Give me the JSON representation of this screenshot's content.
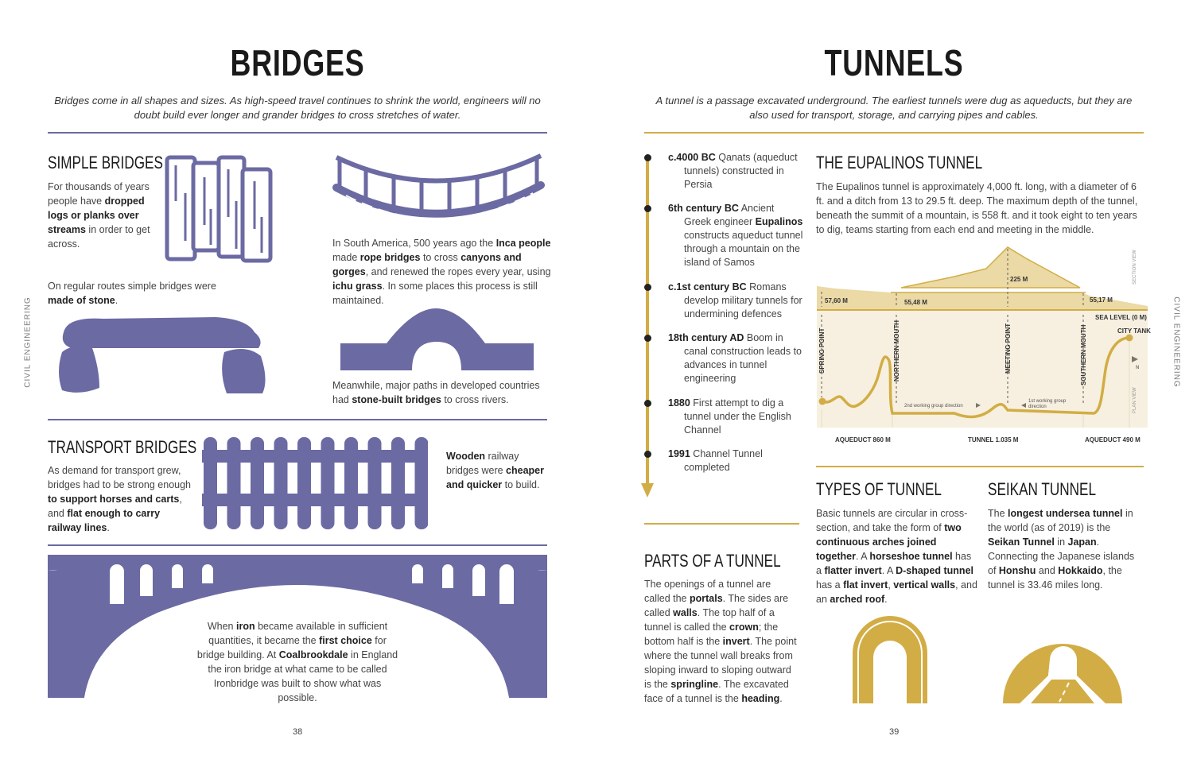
{
  "colors": {
    "bridges": "#6b6aa3",
    "tunnels": "#d2ad45"
  },
  "left": {
    "title": "BRIDGES",
    "intro": "Bridges come in all shapes and sizes. As high-speed travel continues to shrink the world, engineers will no doubt build ever longer and grander bridges to cross stretches of water.",
    "simple_heading": "SIMPLE BRIDGES",
    "simple_p": [
      [
        "For thousands of years people have ",
        0
      ],
      [
        "dropped logs or planks over streams",
        1
      ],
      [
        " in order to get across.",
        0
      ]
    ],
    "inca_p": [
      [
        "In South America, 500 years ago the ",
        0
      ],
      [
        "Inca people",
        1
      ],
      [
        " made ",
        0
      ],
      [
        "rope bridges",
        1
      ],
      [
        " to cross ",
        0
      ],
      [
        "canyons and gorges",
        1
      ],
      [
        ", and renewed the ropes every year, using ",
        0
      ],
      [
        "ichu grass",
        1
      ],
      [
        ". In some places this process is still maintained.",
        0
      ]
    ],
    "stone_p": [
      [
        "On regular routes simple bridges were ",
        0
      ],
      [
        "made of stone",
        1
      ],
      [
        ".",
        0
      ]
    ],
    "meanwhile_p": [
      [
        "Meanwhile, major paths in developed countries had ",
        0
      ],
      [
        "stone-built bridges",
        1
      ],
      [
        " to cross rivers.",
        0
      ]
    ],
    "transport_heading": "TRANSPORT BRIDGES",
    "transport_p": [
      [
        "As demand for transport grew, bridges had to be strong enough ",
        0
      ],
      [
        "to support horses and carts",
        1
      ],
      [
        ", and ",
        0
      ],
      [
        "flat enough to carry railway lines",
        1
      ],
      [
        ".",
        0
      ]
    ],
    "wooden_p": [
      [
        "Wooden",
        1
      ],
      [
        " railway bridges were ",
        0
      ],
      [
        "cheaper and quicker",
        1
      ],
      [
        " to build.",
        0
      ]
    ],
    "iron_p": [
      [
        "When ",
        0
      ],
      [
        "iron",
        1
      ],
      [
        " became available in sufficient quantities, it became the ",
        0
      ],
      [
        "first choice",
        1
      ],
      [
        " for bridge building. At ",
        0
      ],
      [
        "Coalbrookdale",
        1
      ],
      [
        " in England the iron bridge at what came to be called Ironbridge was built to show what was possible.",
        0
      ]
    ],
    "page_number": "38",
    "side_label": "CIVIL ENGINEERING"
  },
  "right": {
    "title": "TUNNELS",
    "intro": "A tunnel is a passage excavated underground. The earliest tunnels were dug as aqueducts, but they are also used for transport, storage, and carrying pipes and cables.",
    "timeline": [
      [
        [
          "c.4000 ",
          1
        ],
        [
          "BC",
          1
        ],
        [
          " Qanats (aqueduct tunnels) constructed in Persia",
          0
        ]
      ],
      [
        [
          "6th century ",
          1
        ],
        [
          "BC",
          1
        ],
        [
          " Ancient Greek engineer ",
          0
        ],
        [
          "Eupalinos",
          1
        ],
        [
          " constructs aqueduct tunnel through a mountain on the island of Samos",
          0
        ]
      ],
      [
        [
          "c.1st century ",
          1
        ],
        [
          "BC",
          1
        ],
        [
          " Romans develop military tunnels for undermining defences",
          0
        ]
      ],
      [
        [
          "18th century ",
          1
        ],
        [
          "AD",
          1
        ],
        [
          " Boom in canal construction leads to advances in tunnel engineering",
          0
        ]
      ],
      [
        [
          "1880",
          1
        ],
        [
          " First attempt to dig a tunnel under the English Channel",
          0
        ]
      ],
      [
        [
          "1991",
          1
        ],
        [
          " Channel Tunnel completed",
          0
        ]
      ]
    ],
    "parts_heading": "PARTS OF A TUNNEL",
    "parts_p": [
      [
        "The openings of a tunnel are called the ",
        0
      ],
      [
        "portals",
        1
      ],
      [
        ". The sides are called ",
        0
      ],
      [
        "walls",
        1
      ],
      [
        ". The top half of a tunnel is called the ",
        0
      ],
      [
        "crown",
        1
      ],
      [
        "; the bottom half is the ",
        0
      ],
      [
        "invert",
        1
      ],
      [
        ". The point where the tunnel wall breaks from sloping inward to sloping outward is the ",
        0
      ],
      [
        "springline",
        1
      ],
      [
        ". The excavated face of a tunnel is the ",
        0
      ],
      [
        "heading",
        1
      ],
      [
        ".",
        0
      ]
    ],
    "eupalinos_heading": "THE EUPALINOS TUNNEL",
    "eupalinos_p": [
      [
        "The Eupalinos tunnel is approximately 4,000 ft. long, with a diameter of 6 ft. and a ditch from 13 to 29.5 ft. deep. The maximum depth of the tunnel, beneath the summit of a mountain, is 558 ft. and it took eight to ten years to dig, teams starting from each end and meeting in the middle.",
        0
      ]
    ],
    "diagram": {
      "h_spring": "57,60 M",
      "h_north": "55,48 M",
      "h_peak": "225 M",
      "h_south": "55,17 M",
      "sea_level": "SEA LEVEL (0 M)",
      "city_tank": "CITY TANK",
      "spring_point": "SPRING POINT",
      "northern_mouth": "NORTHERN MOUTH",
      "meeting_point": "MEETING POINT",
      "southern_mouth": "SOUTHERN MOUTH",
      "group2": "2nd working group direction",
      "group1a": "1st working group",
      "group1b": "direction",
      "north": "N",
      "section_view": "SECTION VIEW",
      "plan_view": "PLAN VIEW",
      "aqueduct1": "AQUEDUCT 860 M",
      "tunnel": "TUNNEL 1.035 M",
      "aqueduct2": "AQUEDUCT 490 M"
    },
    "types_heading": "TYPES OF TUNNEL",
    "types_p": [
      [
        "Basic tunnels are circular in cross-section, and take the form of ",
        0
      ],
      [
        "two continuous arches joined together",
        1
      ],
      [
        ". A ",
        0
      ],
      [
        "horseshoe tunnel",
        1
      ],
      [
        " has a ",
        0
      ],
      [
        "flatter invert",
        1
      ],
      [
        ". A ",
        0
      ],
      [
        "D-shaped tunnel",
        1
      ],
      [
        " has a ",
        0
      ],
      [
        "flat invert",
        1
      ],
      [
        ", ",
        0
      ],
      [
        "vertical walls",
        1
      ],
      [
        ", and an ",
        0
      ],
      [
        "arched roof",
        1
      ],
      [
        ".",
        0
      ]
    ],
    "seikan_heading": "SEIKAN TUNNEL",
    "seikan_p": [
      [
        "The ",
        0
      ],
      [
        "longest undersea tunnel",
        1
      ],
      [
        " in the world (as of 2019) is the ",
        0
      ],
      [
        "Seikan Tunnel",
        1
      ],
      [
        " in ",
        0
      ],
      [
        "Japan",
        1
      ],
      [
        ". Connecting the Japanese islands of ",
        0
      ],
      [
        "Honshu",
        1
      ],
      [
        " and ",
        0
      ],
      [
        "Hokkaido",
        1
      ],
      [
        ", the tunnel is 33.46 miles long.",
        0
      ]
    ],
    "page_number": "39",
    "side_label": "CIVIL ENGINEERING"
  }
}
